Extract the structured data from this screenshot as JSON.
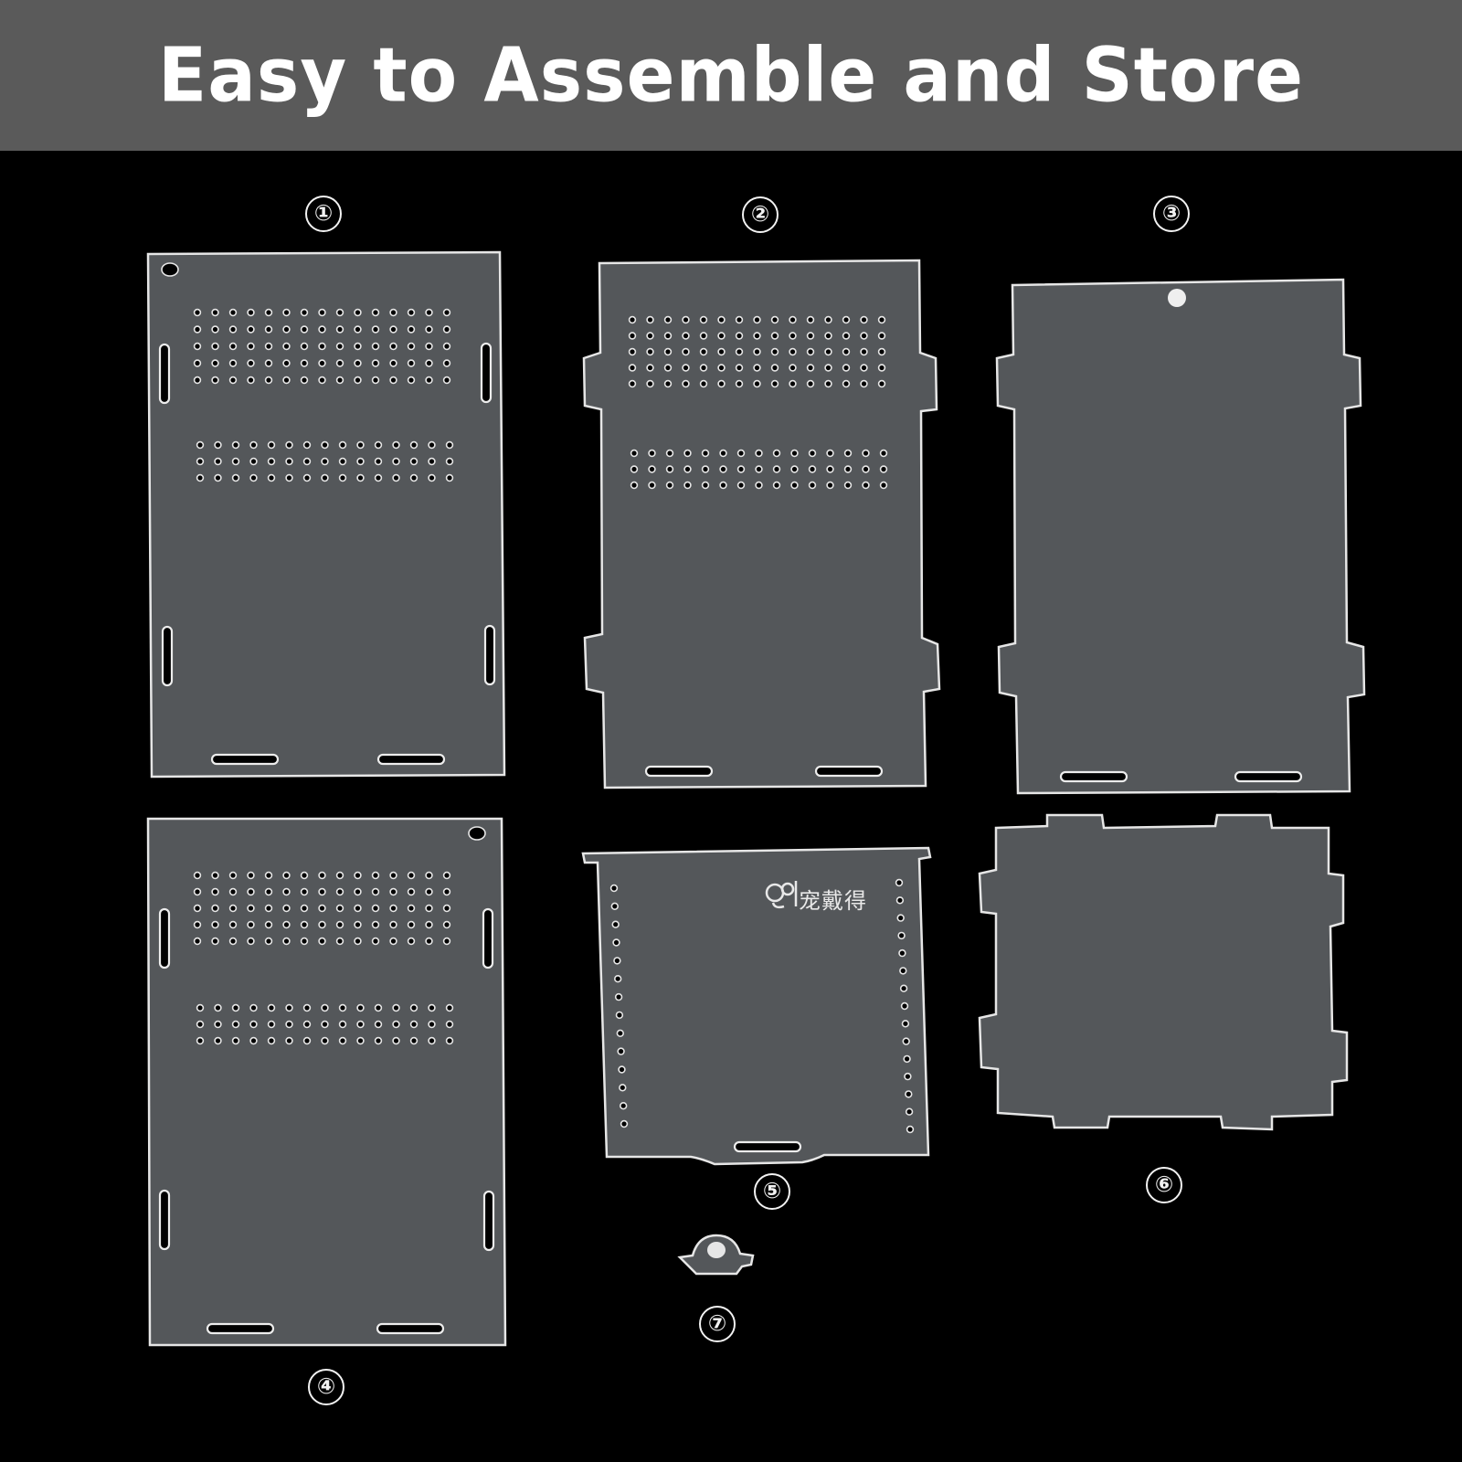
{
  "header": {
    "title": "Easy to Assemble and Store"
  },
  "parts": [
    {
      "label": "①"
    },
    {
      "label": "②"
    },
    {
      "label": "③"
    },
    {
      "label": "④"
    },
    {
      "label": "⑤"
    },
    {
      "label": "⑥"
    },
    {
      "label": "⑦"
    }
  ],
  "brand": {
    "text": "宠戴得"
  },
  "colors": {
    "banner": "#5a5a5a",
    "background": "#000000",
    "panel_fill": "#54575a",
    "panel_edge": "#e6e6e6"
  }
}
